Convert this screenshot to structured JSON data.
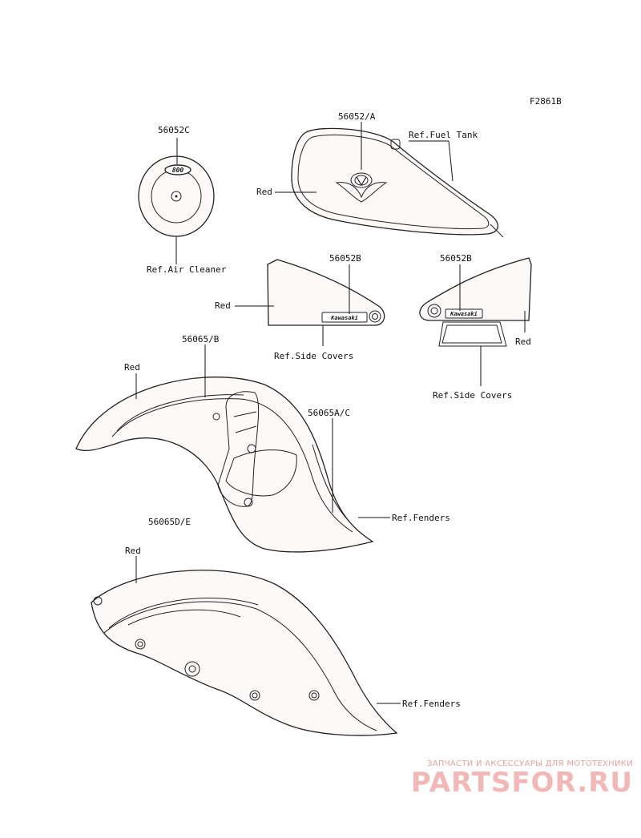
{
  "figure_id": "F2861B",
  "labels": {
    "air_cleaner_part": "56052C",
    "air_cleaner_ref": "Ref.Air Cleaner",
    "fuel_tank_part": "56052/A",
    "fuel_tank_ref": "Ref.Fuel Tank",
    "fuel_tank_color": "Red",
    "side_cover_left_part": "56052B",
    "side_cover_left_color": "Red",
    "side_cover_left_ref": "Ref.Side Covers",
    "side_cover_right_part": "56052B",
    "side_cover_right_color": "Red",
    "side_cover_right_ref": "Ref.Side Covers",
    "front_fender_part_b": "56065/B",
    "front_fender_color": "Red",
    "front_fender_part_ac": "56065A/C",
    "front_fender_ref": "Ref.Fenders",
    "rear_fender_part": "56065D/E",
    "rear_fender_color": "Red",
    "rear_fender_ref": "Ref.Fenders"
  },
  "decals": {
    "air_cleaner_emblem": "800",
    "side_cover_brand": "Kawasaki"
  },
  "watermark": {
    "line": "ЗАПЧАСТИ И АКСЕССУАРЫ ДЛЯ МОТОТЕХНИКИ",
    "logo": "PARTSFOR.RU",
    "color": "#f2b7b7"
  }
}
